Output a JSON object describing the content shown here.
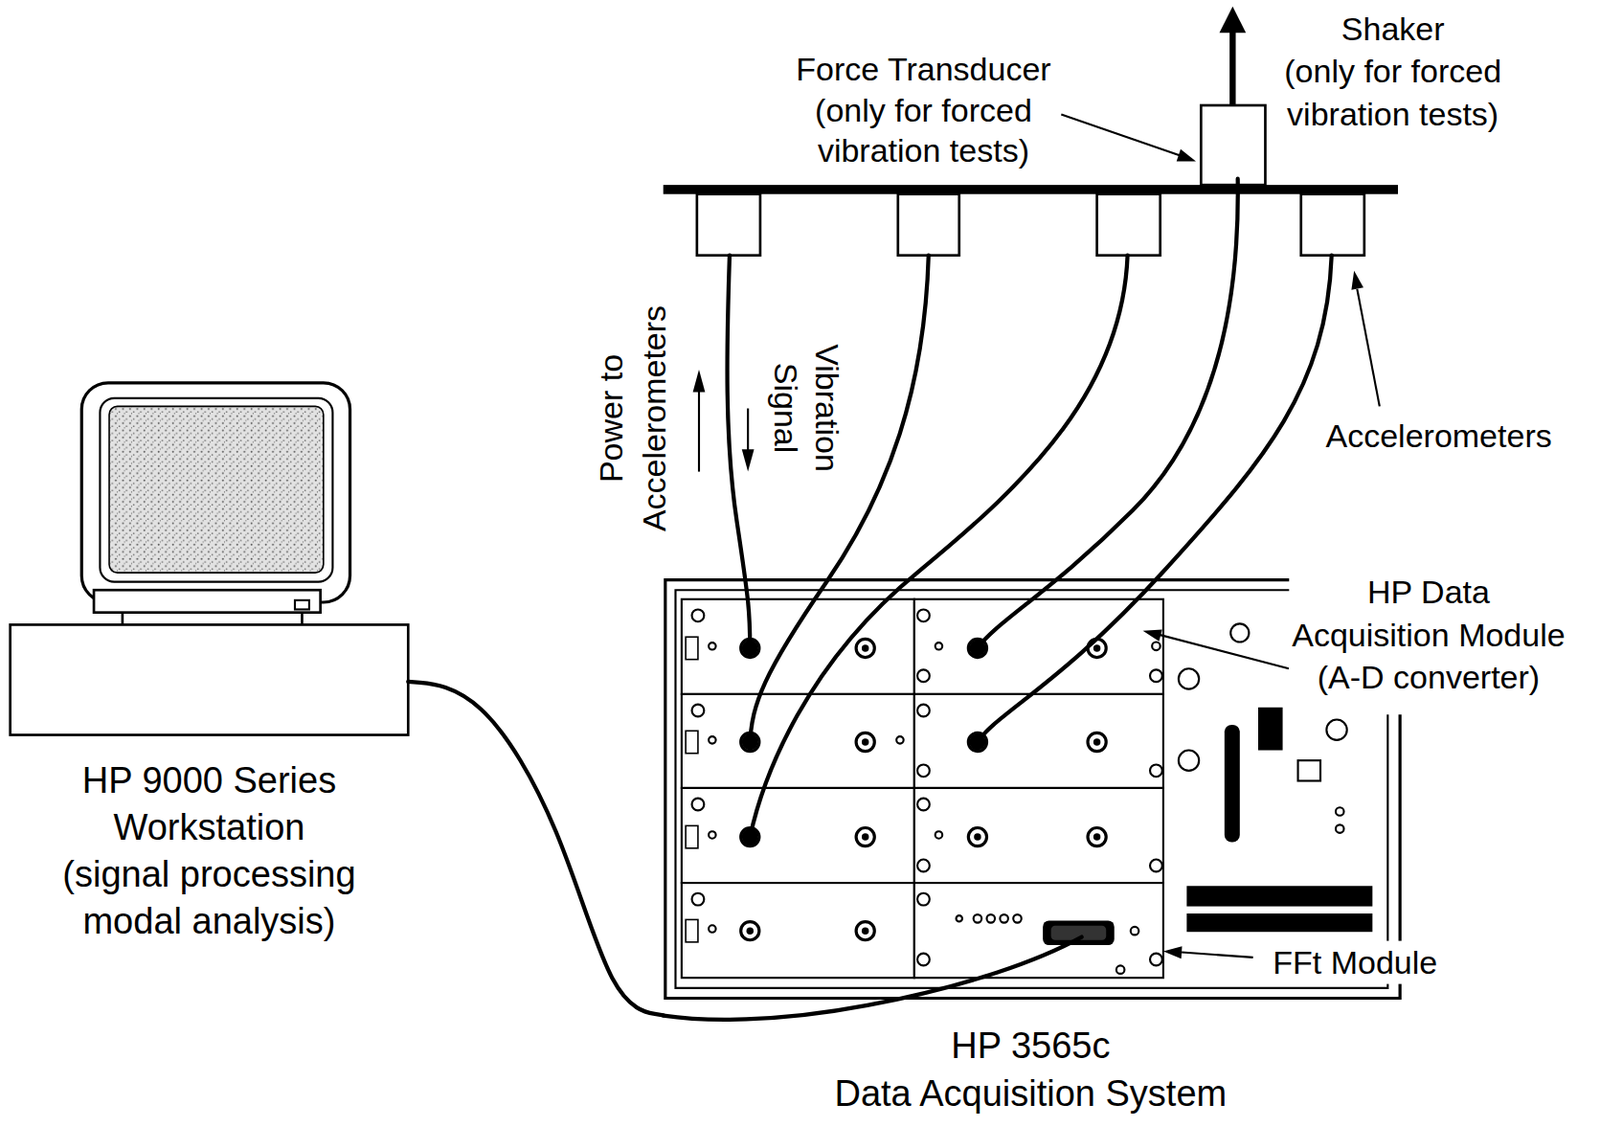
{
  "diagram": {
    "nodes": [
      {
        "text": [
          "HP 9000 Series Workstation (signal processing modal analysis)"
        ]
      },
      {
        "text": [
          "HP 3565c Data Acquisition System"
        ]
      }
    ],
    "edges": [
      {
        "from": 0,
        "to": 1,
        "arrow": "none"
      }
    ],
    "labels": [
      "Shaker (only for forced vibration tests)",
      "Force Transducer (only for forced vibration tests)",
      "Power to Accelerometers",
      "Vibration Signal",
      "Accelerometers",
      "HP Data Acquisition Module (A-D converter)",
      "FFt Module"
    ]
  }
}
